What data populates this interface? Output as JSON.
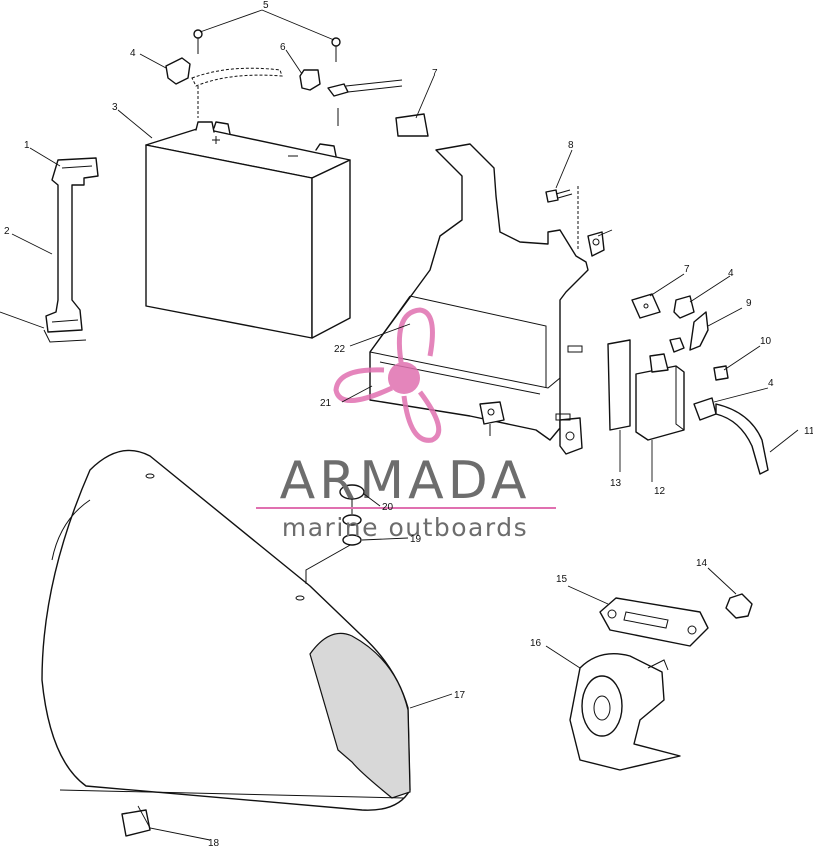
{
  "watermark": {
    "title": "ARMADA",
    "subtitle": "marine outboards",
    "accent_color": "#e070b0",
    "text_color": "#6d6d6d"
  },
  "callouts": {
    "c1": "1",
    "c2": "2",
    "c3": "3",
    "c4a": "4",
    "c4b": "4",
    "c4c": "4",
    "c5": "5",
    "c6": "6",
    "c7a": "7",
    "c7b": "7",
    "c8": "8",
    "c9": "9",
    "c10": "10",
    "c11": "11",
    "c12": "12",
    "c13": "13",
    "c14": "14",
    "c15": "15",
    "c16": "16",
    "c17": "17",
    "c18": "18",
    "c19": "19",
    "c20": "20",
    "c21": "21",
    "c22": "22"
  }
}
